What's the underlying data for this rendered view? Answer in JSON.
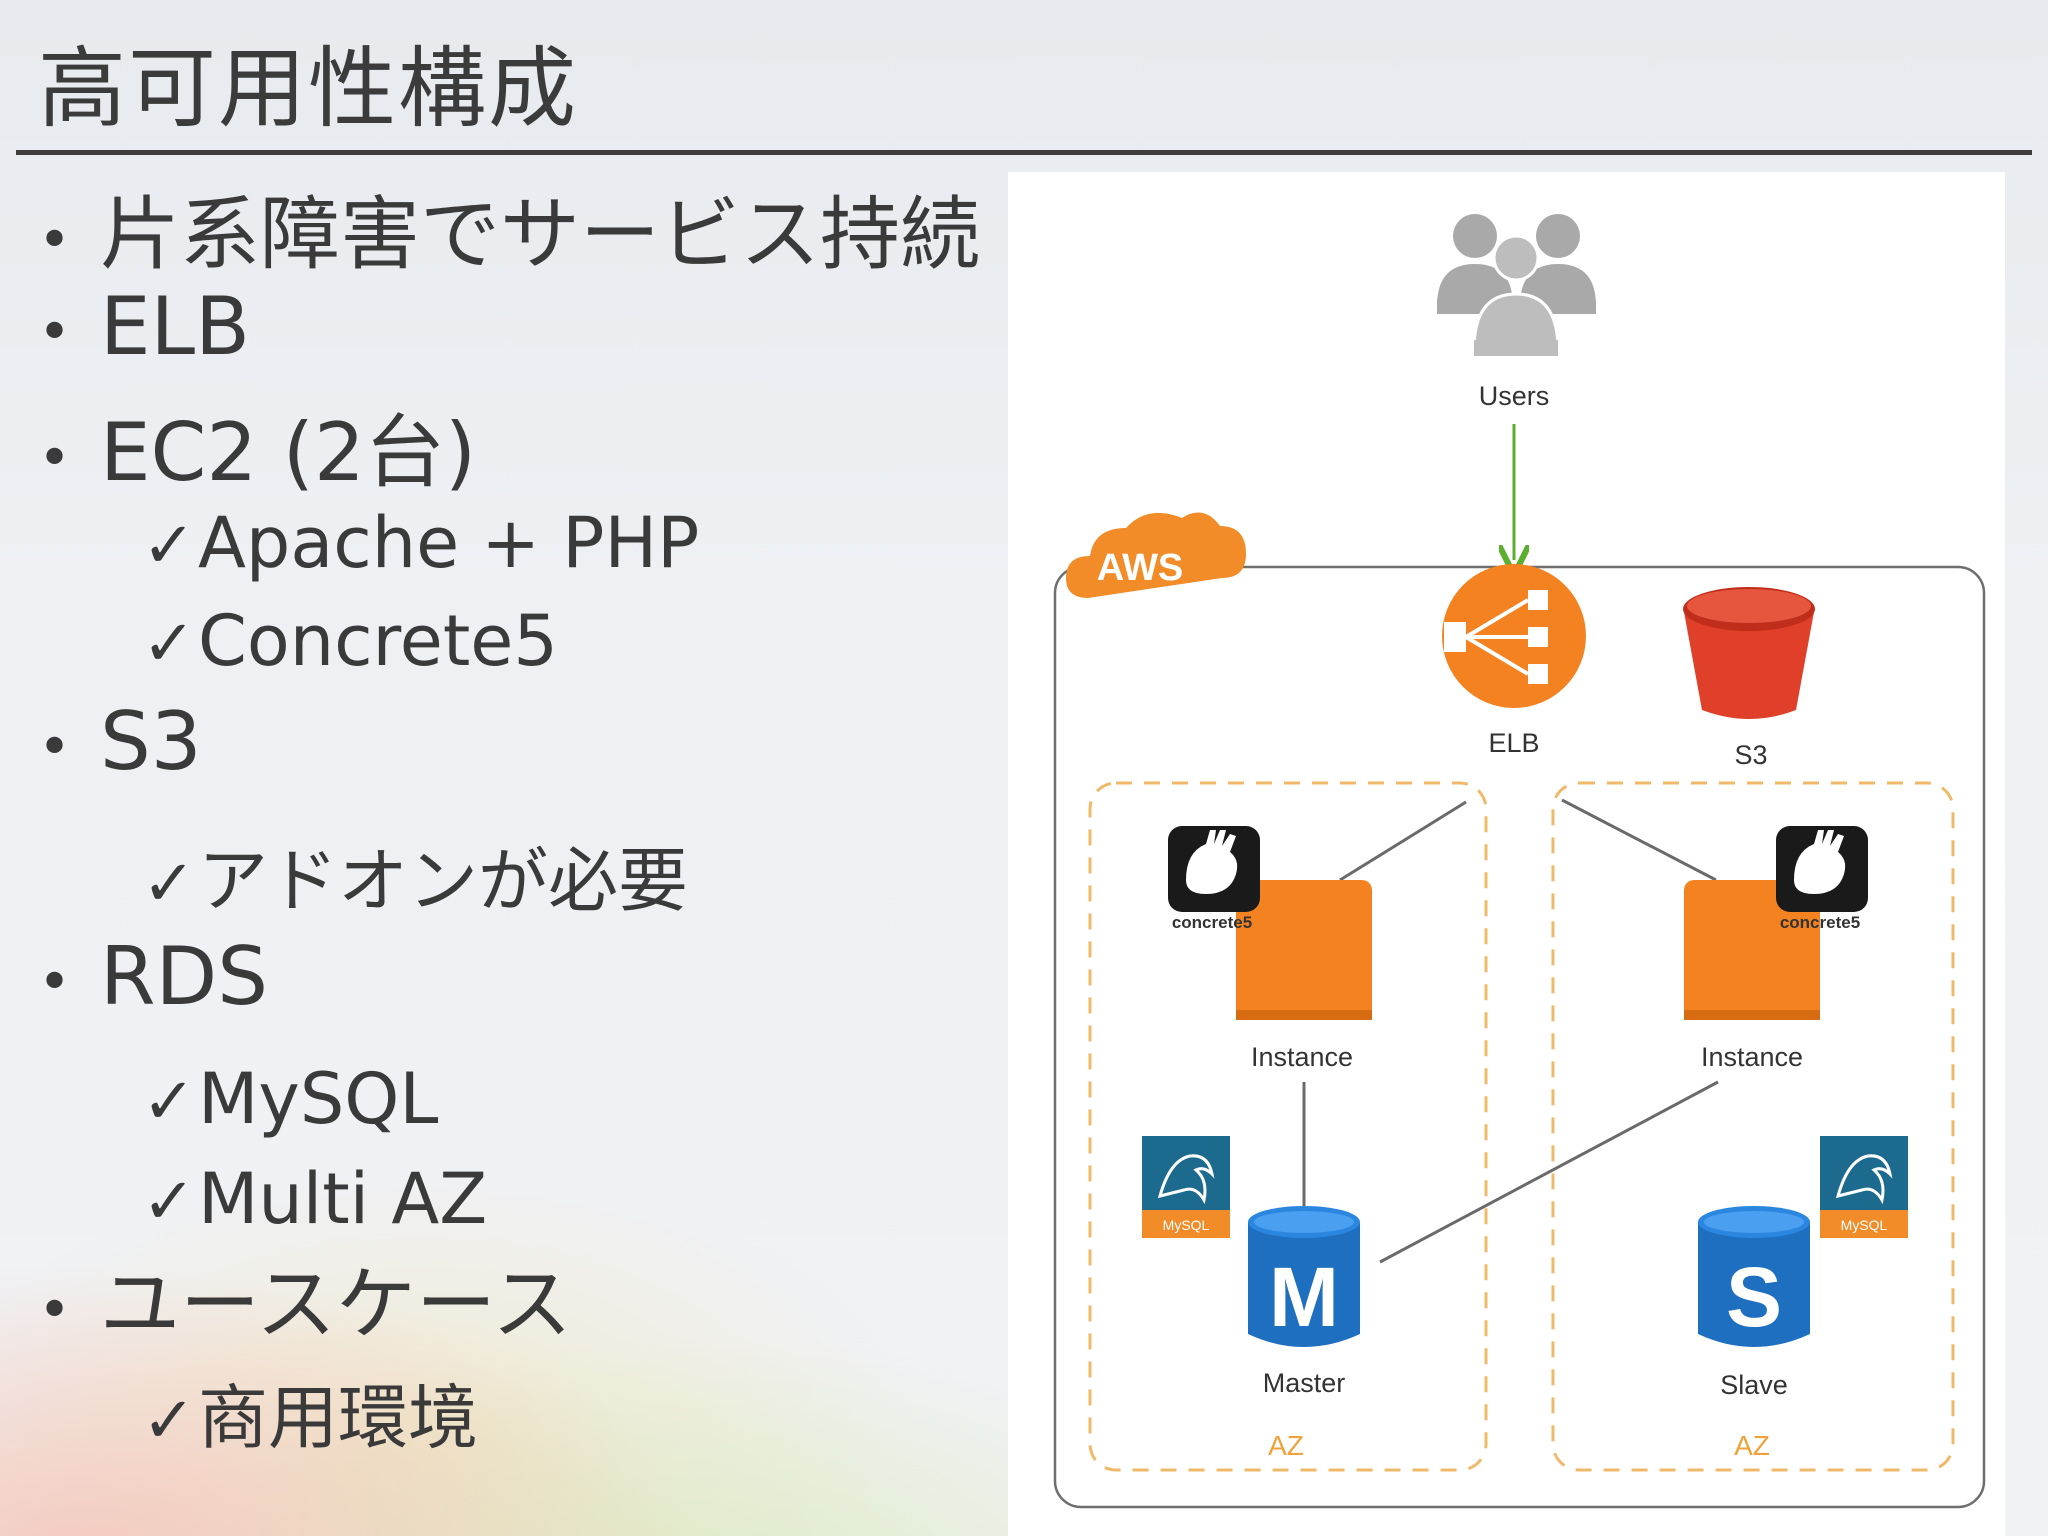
{
  "slide": {
    "title": "高可用性構成",
    "bullets": [
      {
        "type": "main",
        "text": "片系障害でサービス持続"
      },
      {
        "type": "main",
        "text": "ELB"
      },
      {
        "type": "main",
        "text": "EC2 (2台)"
      },
      {
        "type": "sub",
        "text": "Apache + PHP"
      },
      {
        "type": "sub",
        "text": "Concrete5"
      },
      {
        "type": "main",
        "text": "S3"
      },
      {
        "type": "sub",
        "text": "アドオンが必要"
      },
      {
        "type": "main",
        "text": "RDS"
      },
      {
        "type": "sub",
        "text": "MySQL"
      },
      {
        "type": "sub",
        "text": "Multi AZ"
      },
      {
        "type": "main",
        "text": "ユースケース"
      },
      {
        "type": "sub",
        "text": "商用環境"
      }
    ],
    "bullet_glyph": "•",
    "check_glyph": "✓"
  },
  "diagram": {
    "users_label": "Users",
    "aws_label": "AWS",
    "elb_label": "ELB",
    "s3_label": "S3",
    "instance_left_label": "Instance",
    "instance_right_label": "Instance",
    "concrete_logo_left": "concrete5",
    "concrete_logo_right": "concrete5",
    "mysql_logo_left": "MySQL",
    "mysql_logo_right": "MySQL",
    "master_label": "Master",
    "master_letter": "M",
    "slave_label": "Slave",
    "slave_letter": "S",
    "az_left_label": "AZ",
    "az_right_label": "AZ",
    "colors": {
      "aws_orange": "#f28c28",
      "elb_orange": "#f58220",
      "s3_red": "#e0402a",
      "db_blue": "#1f6fc1",
      "arrow_green": "#5cae2f",
      "users_gray": "#a8a8a8",
      "mysql_teal": "#1d6a8f"
    }
  }
}
